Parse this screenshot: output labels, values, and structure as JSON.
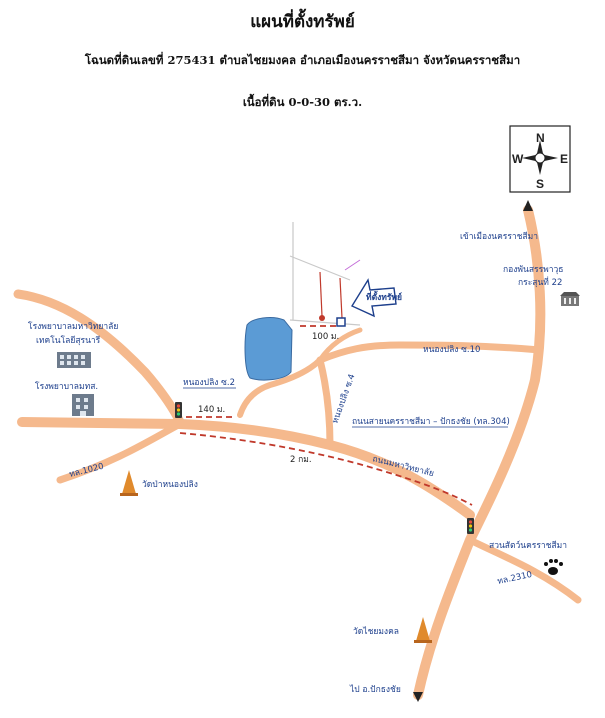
{
  "header": {
    "title": "แผนที่ตั้งทรัพย์",
    "subtitle_line1": "โฉนดที่ดินเลขที่ 275431   ตำบลไชยมงคล อำเภอเมืองนครราชสีมา  จังหวัดนครราชสีมา",
    "subtitle_line2": "เนื้อที่ดิน 0-0-30  ตร.ว."
  },
  "compass": {
    "n": "N",
    "s": "S",
    "e": "E",
    "w": "W"
  },
  "labels": {
    "property": "ที่ตั้งทรัพย์",
    "dist_100": "100 ม.",
    "dist_140": "140 ม.",
    "dist_2km": "2 กม.",
    "to_city": "เข้าเมืองนครราชสีมา",
    "army_1": "กองพันสรรพาวุธ",
    "army_2": "กระสุนที่ 22",
    "soi_10": "หนองปลิง ซ.10",
    "soi_4": "หนองปลิง ซ.4",
    "soi_2": "หนองปลิง ซ.2",
    "highway_304": "ถนนสายนครราชสีมา – ปักธงชัย (ทล.304)",
    "mitraphap_road": "ถนนมหาวิทยาลัย",
    "hwy_1020": "ทล.1020",
    "hwy_2310": "ทล.2310",
    "school_1": "โรงพยาบาลมหาวิทยาลัย",
    "school_2": "เทคโนโลยีสุรนารี",
    "hospital": "โรงพยาบาลมทส.",
    "temple_nongpling": "วัดป่าหนองปลิง",
    "zoo": "สวนสัตว์นครราชสีมา",
    "temple_chaimongkol": "วัดไชยมงคล",
    "to_pakthongchai": "ไป อ.ปักธงชัย"
  },
  "colors": {
    "road": "#f5b98d",
    "pond": "#5b9bd5",
    "label": "#1d3f8c",
    "dashed_route": "#c0392b"
  },
  "icons": [
    "compass-rose-icon",
    "traffic-light-icon",
    "temple-icon",
    "building-icon",
    "paw-icon",
    "property-arrow-icon"
  ]
}
